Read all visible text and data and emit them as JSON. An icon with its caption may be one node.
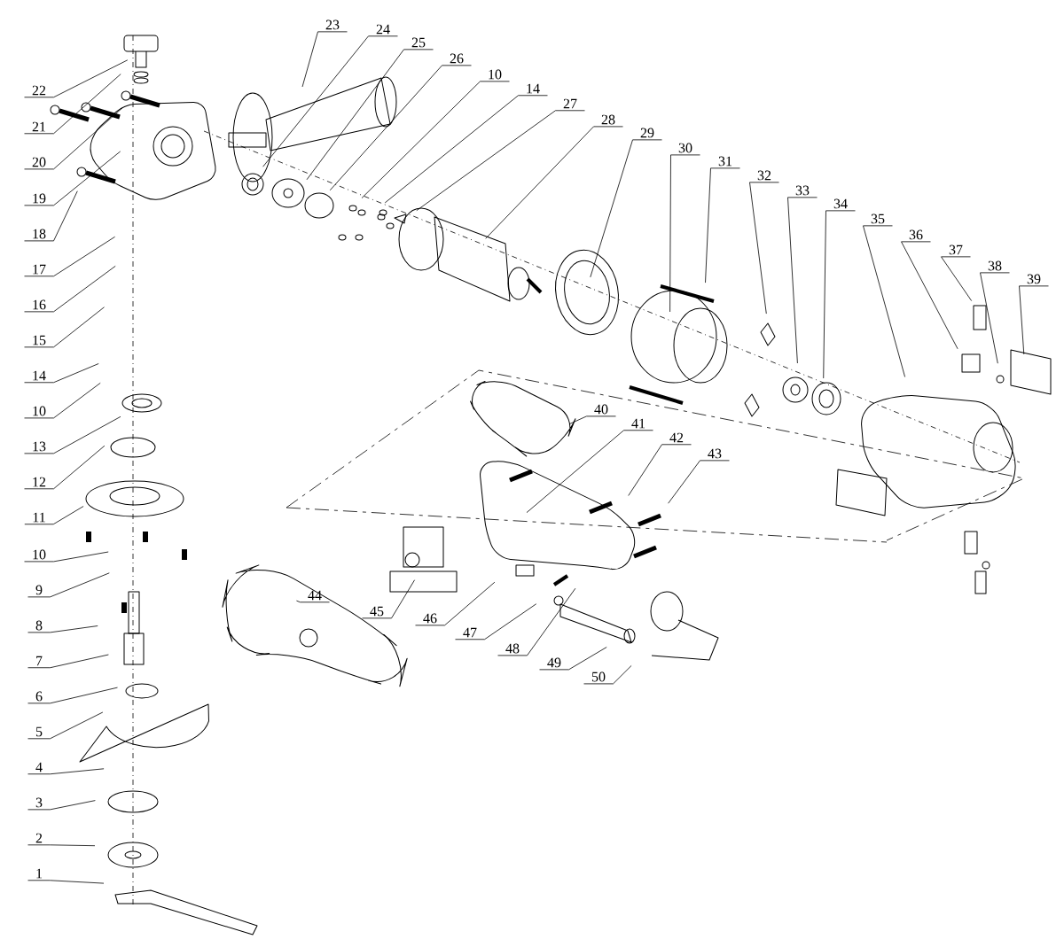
{
  "diagram": {
    "nodes": [
      {
        "text": [
          "22"
        ]
      },
      {
        "text": [
          "21"
        ]
      },
      {
        "text": [
          "20"
        ]
      },
      {
        "text": [
          "19"
        ]
      },
      {
        "text": [
          "18"
        ]
      },
      {
        "text": [
          "17"
        ]
      },
      {
        "text": [
          "16"
        ]
      },
      {
        "text": [
          "15"
        ]
      },
      {
        "text": [
          "14"
        ]
      },
      {
        "text": [
          "10"
        ]
      },
      {
        "text": [
          "13"
        ]
      },
      {
        "text": [
          "12"
        ]
      },
      {
        "text": [
          "11"
        ]
      },
      {
        "text": [
          "10"
        ]
      },
      {
        "text": [
          "9"
        ]
      },
      {
        "text": [
          "8"
        ]
      },
      {
        "text": [
          "7"
        ]
      },
      {
        "text": [
          "6"
        ]
      },
      {
        "text": [
          "5"
        ]
      },
      {
        "text": [
          "4"
        ]
      },
      {
        "text": [
          "3"
        ]
      },
      {
        "text": [
          "2"
        ]
      },
      {
        "text": [
          "1"
        ]
      },
      {
        "text": [
          "23"
        ]
      },
      {
        "text": [
          "24"
        ]
      },
      {
        "text": [
          "25"
        ]
      },
      {
        "text": [
          "26"
        ]
      },
      {
        "text": [
          "10"
        ]
      },
      {
        "text": [
          "14"
        ]
      },
      {
        "text": [
          "27"
        ]
      },
      {
        "text": [
          "28"
        ]
      },
      {
        "text": [
          "29"
        ]
      },
      {
        "text": [
          "30"
        ]
      },
      {
        "text": [
          "31"
        ]
      },
      {
        "text": [
          "32"
        ]
      },
      {
        "text": [
          "33"
        ]
      },
      {
        "text": [
          "34"
        ]
      },
      {
        "text": [
          "35"
        ]
      },
      {
        "text": [
          "36"
        ]
      },
      {
        "text": [
          "37"
        ]
      },
      {
        "text": [
          "38"
        ]
      },
      {
        "text": [
          "39"
        ]
      },
      {
        "text": [
          "40"
        ]
      },
      {
        "text": [
          "41"
        ]
      },
      {
        "text": [
          "42"
        ]
      },
      {
        "text": [
          "43"
        ]
      },
      {
        "text": [
          "44"
        ]
      },
      {
        "text": [
          "45"
        ]
      },
      {
        "text": [
          "46"
        ]
      },
      {
        "text": [
          "47"
        ]
      },
      {
        "text": [
          "48"
        ]
      },
      {
        "text": [
          "49"
        ]
      },
      {
        "text": [
          "50"
        ]
      }
    ],
    "edges": [
      {
        "from": 0,
        "to": null,
        "arrow": "none"
      },
      {
        "from": 1,
        "to": null,
        "arrow": "none"
      },
      {
        "from": 2,
        "to": null,
        "arrow": "none"
      },
      {
        "from": 3,
        "to": null,
        "arrow": "none"
      },
      {
        "from": 4,
        "to": null,
        "arrow": "none"
      },
      {
        "from": 5,
        "to": null,
        "arrow": "none"
      },
      {
        "from": 6,
        "to": null,
        "arrow": "none"
      },
      {
        "from": 7,
        "to": null,
        "arrow": "none"
      },
      {
        "from": 8,
        "to": null,
        "arrow": "none"
      },
      {
        "from": 9,
        "to": null,
        "arrow": "none"
      },
      {
        "from": 10,
        "to": null,
        "arrow": "none"
      },
      {
        "from": 11,
        "to": null,
        "arrow": "none"
      },
      {
        "from": 12,
        "to": null,
        "arrow": "none"
      },
      {
        "from": 13,
        "to": null,
        "arrow": "none"
      },
      {
        "from": 14,
        "to": null,
        "arrow": "none"
      },
      {
        "from": 15,
        "to": null,
        "arrow": "none"
      },
      {
        "from": 16,
        "to": null,
        "arrow": "none"
      },
      {
        "from": 17,
        "to": null,
        "arrow": "none"
      },
      {
        "from": 18,
        "to": null,
        "arrow": "none"
      },
      {
        "from": 19,
        "to": null,
        "arrow": "none"
      },
      {
        "from": 20,
        "to": null,
        "arrow": "none"
      },
      {
        "from": 21,
        "to": null,
        "arrow": "none"
      },
      {
        "from": 22,
        "to": null,
        "arrow": "none"
      },
      {
        "from": 23,
        "to": null,
        "arrow": "none"
      },
      {
        "from": 24,
        "to": null,
        "arrow": "none"
      },
      {
        "from": 25,
        "to": null,
        "arrow": "none"
      },
      {
        "from": 26,
        "to": null,
        "arrow": "none"
      },
      {
        "from": 27,
        "to": null,
        "arrow": "none"
      },
      {
        "from": 28,
        "to": null,
        "arrow": "none"
      },
      {
        "from": 29,
        "to": null,
        "arrow": "none"
      },
      {
        "from": 30,
        "to": null,
        "arrow": "none"
      },
      {
        "from": 31,
        "to": null,
        "arrow": "none"
      },
      {
        "from": 32,
        "to": null,
        "arrow": "none"
      },
      {
        "from": 33,
        "to": null,
        "arrow": "none"
      },
      {
        "from": 34,
        "to": null,
        "arrow": "none"
      },
      {
        "from": 35,
        "to": null,
        "arrow": "none"
      },
      {
        "from": 36,
        "to": null,
        "arrow": "none"
      },
      {
        "from": 37,
        "to": null,
        "arrow": "none"
      },
      {
        "from": 38,
        "to": null,
        "arrow": "none"
      },
      {
        "from": 39,
        "to": null,
        "arrow": "none"
      },
      {
        "from": 40,
        "to": null,
        "arrow": "none"
      },
      {
        "from": 41,
        "to": null,
        "arrow": "none"
      },
      {
        "from": 42,
        "to": null,
        "arrow": "none"
      },
      {
        "from": 43,
        "to": null,
        "arrow": "none"
      },
      {
        "from": 44,
        "to": null,
        "arrow": "none"
      },
      {
        "from": 45,
        "to": null,
        "arrow": "none"
      },
      {
        "from": 46,
        "to": null,
        "arrow": "none"
      },
      {
        "from": 47,
        "to": null,
        "arrow": "none"
      },
      {
        "from": 48,
        "to": null,
        "arrow": "none"
      },
      {
        "from": 49,
        "to": null,
        "arrow": "none"
      },
      {
        "from": 50,
        "to": null,
        "arrow": "none"
      },
      {
        "from": 51,
        "to": null,
        "arrow": "none"
      },
      {
        "from": 52,
        "to": null,
        "arrow": "none"
      }
    ]
  }
}
